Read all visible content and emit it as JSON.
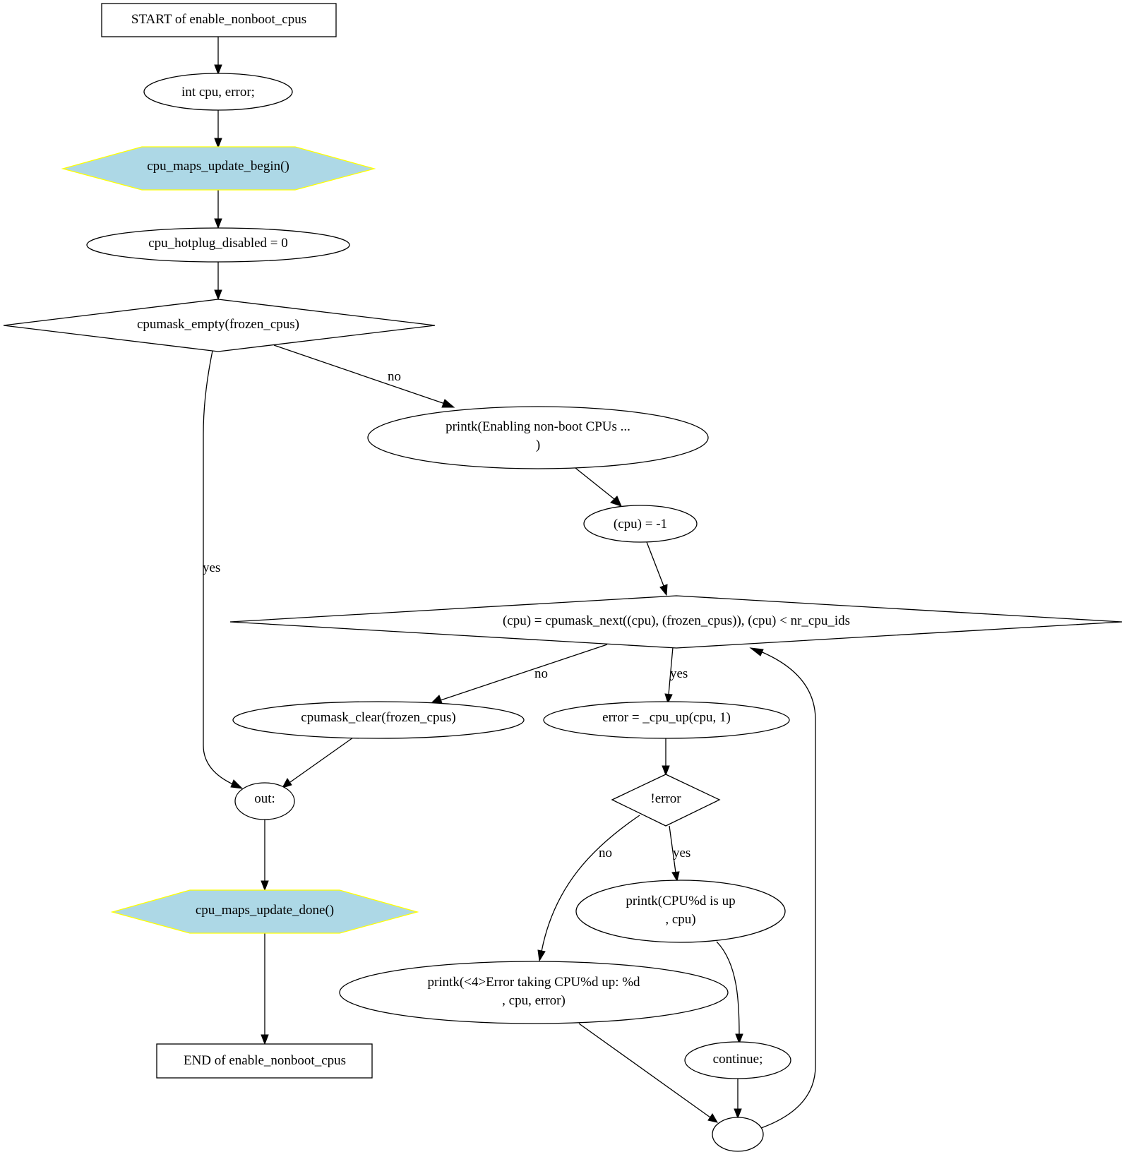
{
  "nodes": {
    "start": "START of enable_nonboot_cpus",
    "decl": "int cpu, error;",
    "maps_begin": "cpu_maps_update_begin()",
    "hotplug": "cpu_hotplug_disabled = 0",
    "empty_check": "cpumask_empty(frozen_cpus)",
    "printk_enable_1": "printk(Enabling non-boot CPUs ...",
    "printk_enable_2": ")",
    "cpu_init": "(cpu) = -1",
    "loop_cond": "(cpu) = cpumask_next((cpu), (frozen_cpus)), (cpu) < nr_cpu_ids",
    "clear": "cpumask_clear(frozen_cpus)",
    "cpu_up": "error = _cpu_up(cpu, 1)",
    "error_check": "!error",
    "out": "out:",
    "printk_up_1": "printk(CPU%d is up",
    "printk_up_2": ", cpu)",
    "maps_done": "cpu_maps_update_done()",
    "printk_err_1": "printk(<4>Error taking CPU%d up: %d",
    "printk_err_2": ", cpu, error)",
    "continue": "continue;",
    "end": "END of enable_nonboot_cpus"
  },
  "edge_labels": {
    "empty_no": "no",
    "empty_yes": "yes",
    "loop_no": "no",
    "loop_yes": "yes",
    "error_no": "no",
    "error_yes": "yes"
  },
  "colors": {
    "hexagon_fill": "#add8e6",
    "hexagon_stroke": "#ffff00",
    "line": "#000000"
  }
}
